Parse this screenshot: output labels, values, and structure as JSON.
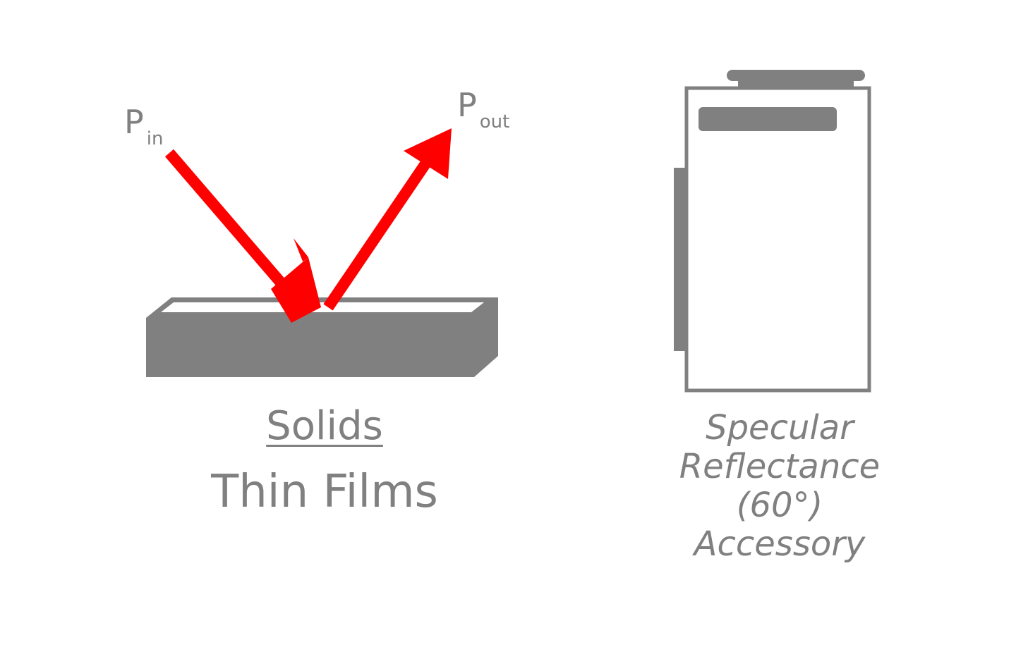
{
  "left_panel": {
    "incident_label": "P",
    "incident_sub": "in",
    "reflected_label": "P",
    "reflected_sub": "out",
    "category_underlined": "Solids",
    "category_second": "Thin Films",
    "arrow_color": "#ff0000",
    "sample_color": "#808080"
  },
  "right_panel": {
    "accessory_lines": [
      "Specular",
      "Reflectance",
      "(60°)",
      "Accessory"
    ],
    "device_color": "#808080"
  }
}
